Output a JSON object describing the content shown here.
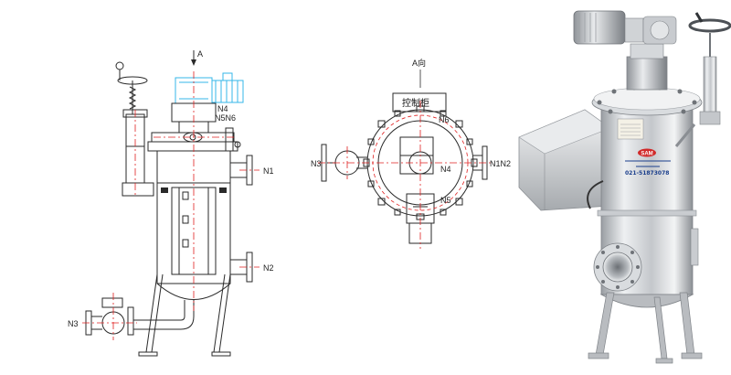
{
  "colors": {
    "outline": "#2a2a2a",
    "centerline": "#e02020",
    "motor": "#36b7e8",
    "steel_light": "#e6e8ea",
    "steel_mid": "#b9bcc0",
    "steel_dark": "#7f8388",
    "brand": "#d12a2a",
    "plate_text": "#1a3e8c"
  },
  "side_view": {
    "view_marker": "A",
    "nozzles": {
      "n1": "N1",
      "n2": "N2",
      "n3": "N3",
      "n4": "N4",
      "n5n6": "N5N6"
    }
  },
  "top_view": {
    "title": "A向",
    "control_cabinet": "控制柜",
    "nozzles": {
      "n6": "N6",
      "n4": "N4",
      "n5": "N5",
      "n3": "N3",
      "n1n2": "N1N2"
    }
  },
  "photo": {
    "brand_logo": "SAM",
    "phone": "021-51873078"
  }
}
